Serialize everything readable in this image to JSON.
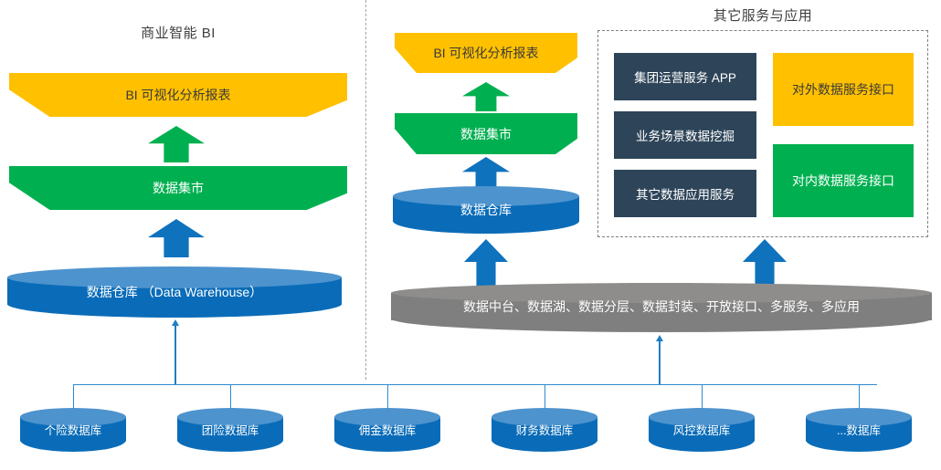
{
  "diagram": {
    "title_left": "商业智能 BI",
    "title_right": "其它服务与应用",
    "left_stack": {
      "report": "BI 可视化分析报表",
      "mart": "数据集市",
      "warehouse": "数据仓库 （Data Warehouse）"
    },
    "right_stack": {
      "report": "BI 可视化分析报表",
      "mart": "数据集市",
      "warehouse": "数据仓库"
    },
    "platform_bar": "数据中台、数据湖、数据分层、数据封装、开放接口、多服务、多应用",
    "services": {
      "apps": [
        "集团运营服务 APP",
        "业务场景数据挖掘",
        "其它数据应用服务"
      ],
      "interfaces": [
        {
          "label": "对外数据服务接口",
          "color": "#ffc000"
        },
        {
          "label": "对内数据服务接口",
          "color": "#00b050"
        }
      ]
    },
    "databases": [
      "个险数据库",
      "团险数据库",
      "佣金数据库",
      "财务数据库",
      "风控数据库",
      "...数据库"
    ],
    "colors": {
      "orange": "#ffc000",
      "green": "#00b050",
      "blue": "#0a6cb8",
      "blue_top": "#4d93ce",
      "navy": "#2e4559",
      "grey": "#7f7f7f",
      "line": "#2e8bd0"
    }
  }
}
